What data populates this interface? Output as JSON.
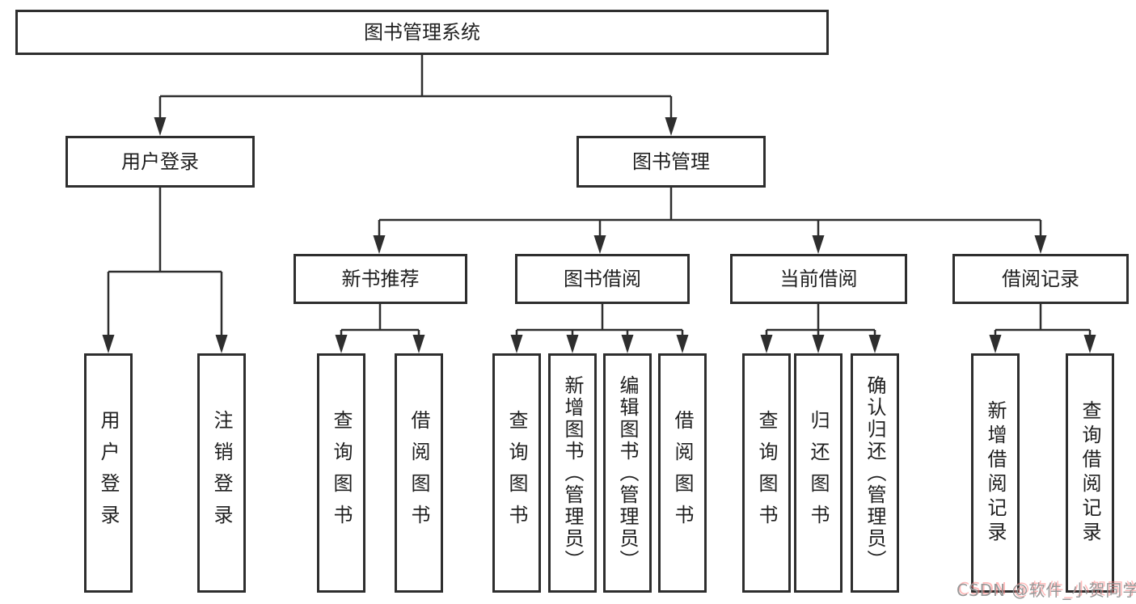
{
  "tree": {
    "root": "图书管理系统",
    "branches": [
      {
        "label": "用户登录",
        "children": [
          "用户登录",
          "注销登录"
        ]
      },
      {
        "label": "图书管理",
        "children": [
          {
            "label": "新书推荐",
            "children": [
              "查询图书",
              "借阅图书"
            ]
          },
          {
            "label": "图书借阅",
            "children": [
              "查询图书",
              "新增图书（管理员）",
              "编辑图书（管理员）",
              "借阅图书"
            ]
          },
          {
            "label": "当前借阅",
            "children": [
              "查询图书",
              "归还图书",
              "确认归还（管理员）"
            ]
          },
          {
            "label": "借阅记录",
            "children": [
              "新增借阅记录",
              "查询借阅记录"
            ]
          }
        ]
      }
    ]
  },
  "watermark": "CSDN @软件_小贺同学",
  "colors": {
    "line": "#2e2e2e",
    "box_border": "#2e2e2e",
    "text": "#1f1f1f",
    "background": "#ffffff",
    "watermark_gray": "#949494",
    "watermark_pink": "#ff8282"
  }
}
